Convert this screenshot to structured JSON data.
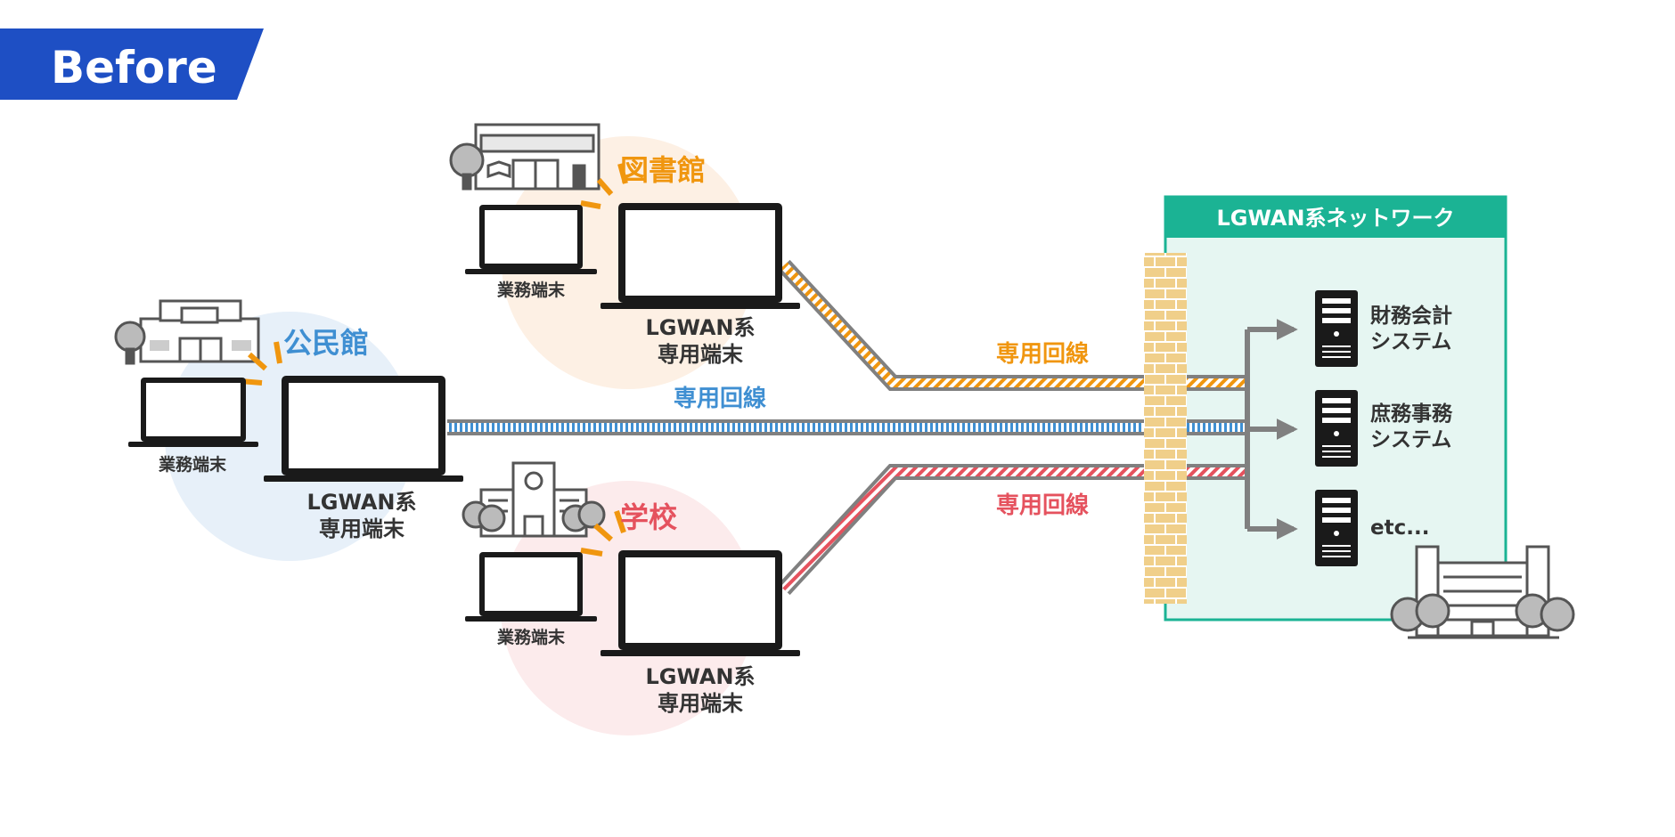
{
  "banner": {
    "label": "Before",
    "color": "#1e4fc4"
  },
  "colors": {
    "library": "#f0960f",
    "community": "#3f8fd2",
    "school": "#e5525e",
    "network": "#1bb394",
    "network_bg": "#e6f6f2",
    "firewall": "#f0cf8a",
    "device": "#1a1a1a",
    "line_gray": "#808080"
  },
  "sites": {
    "library": {
      "name": "図書館",
      "business_terminal": "業務端末",
      "lgwan_terminal_line1": "LGWAN系",
      "lgwan_terminal_line2": "専用端末",
      "line_label": "専用回線"
    },
    "community": {
      "name": "公民館",
      "business_terminal": "業務端末",
      "lgwan_terminal_line1": "LGWAN系",
      "lgwan_terminal_line2": "専用端末",
      "line_label": "専用回線"
    },
    "school": {
      "name": "学校",
      "business_terminal": "業務端末",
      "lgwan_terminal_line1": "LGWAN系",
      "lgwan_terminal_line2": "専用端末",
      "line_label": "専用回線"
    }
  },
  "network": {
    "title": "LGWAN系ネットワーク",
    "servers": [
      {
        "line1": "財務会計",
        "line2": "システム"
      },
      {
        "line1": "庶務事務",
        "line2": "システム"
      },
      {
        "line1": "etc...",
        "line2": ""
      }
    ]
  }
}
